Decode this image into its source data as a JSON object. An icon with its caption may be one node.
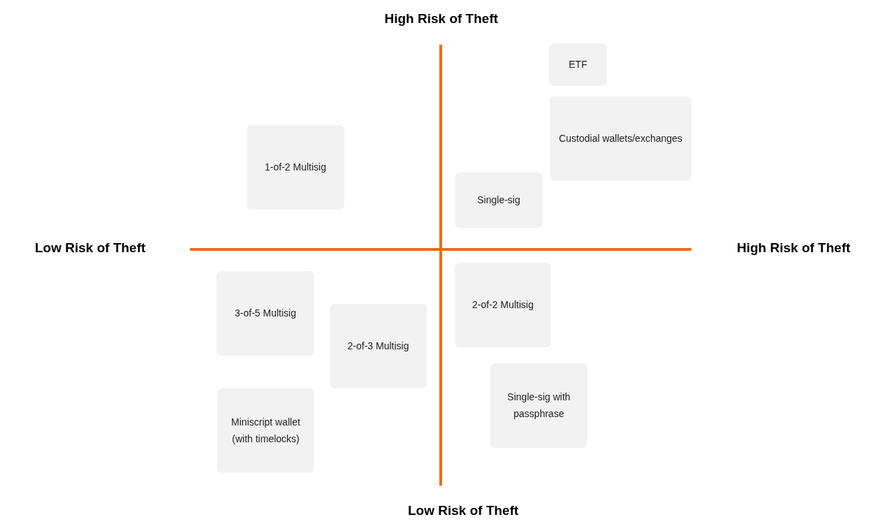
{
  "diagram": {
    "nodes": [
      {
        "text": [
          "ETF"
        ]
      },
      {
        "text": [
          "Custodial wallets/exchanges"
        ]
      },
      {
        "text": [
          "1-of-2 Multisig"
        ]
      },
      {
        "text": [
          "Single-sig"
        ]
      },
      {
        "text": [
          "3-of-5 Multisig"
        ]
      },
      {
        "text": [
          "2-of-2 Multisig"
        ]
      },
      {
        "text": [
          "2-of-3 Multisig"
        ]
      },
      {
        "text": [
          "Single-sig with passphrase"
        ]
      },
      {
        "text": [
          "Miniscript wallet (with timelocks)"
        ]
      }
    ],
    "edges": [],
    "labels": [
      "High Risk of Theft",
      "Low Risk of Theft",
      "High Risk of Theft",
      "Low Risk of Theft"
    ]
  }
}
